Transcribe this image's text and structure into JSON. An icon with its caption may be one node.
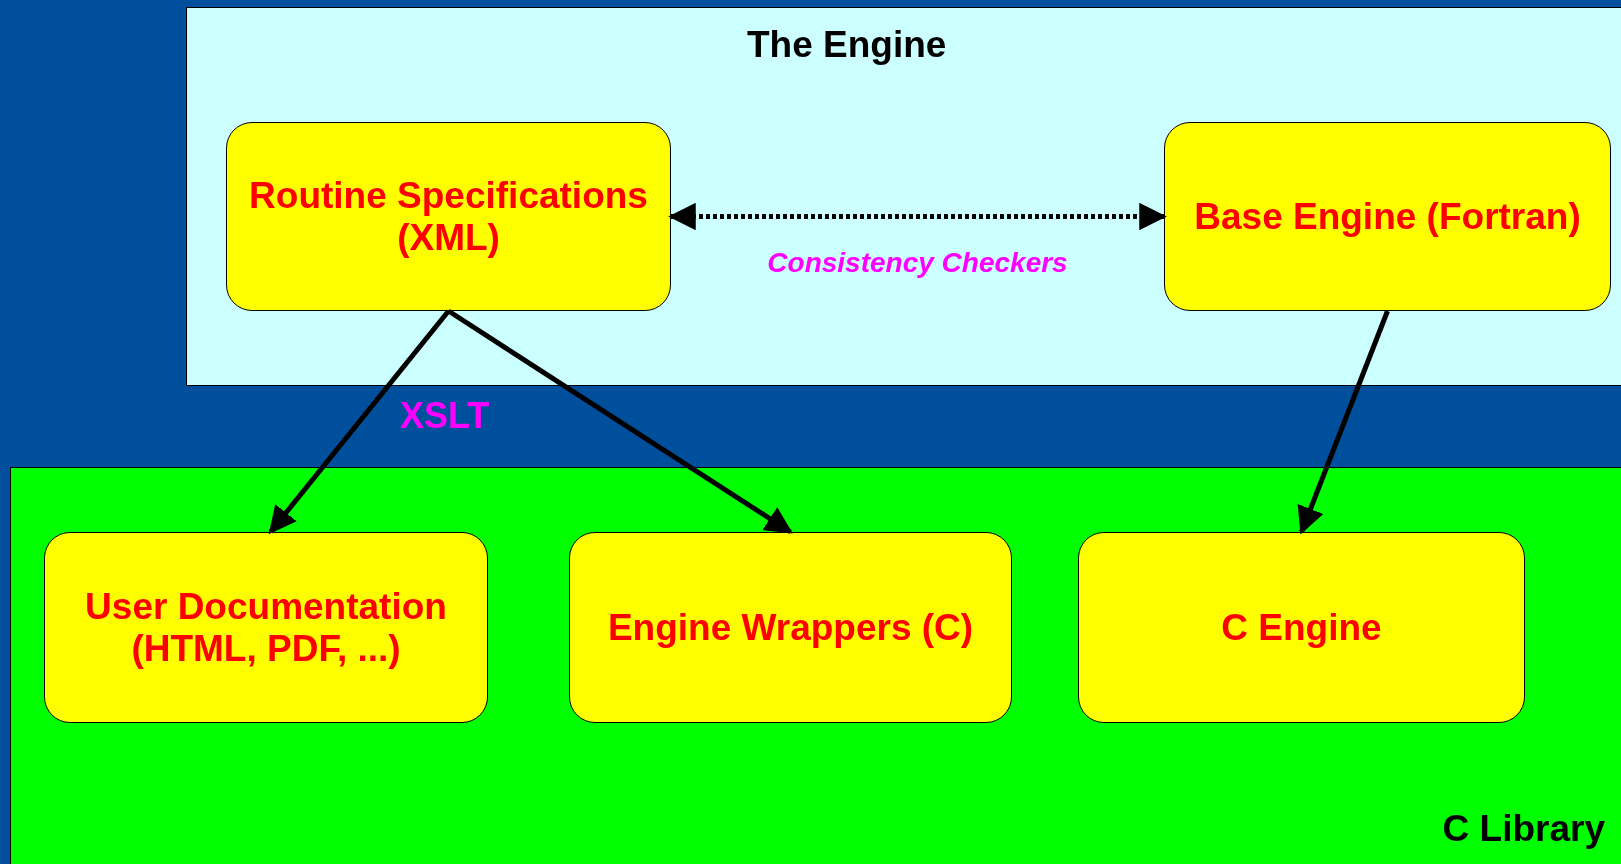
{
  "diagram": {
    "nodes": [
      {
        "text": [
          "The Engine"
        ]
      },
      {
        "text": [
          "Routine Specifications (XML)"
        ],
        "in": 0
      },
      {
        "text": [
          "Base Engine (Fortran)"
        ],
        "in": 0
      },
      {
        "text": [
          "C Library"
        ]
      },
      {
        "text": [
          "User Documentation (HTML, PDF, ...)"
        ],
        "in": 3
      },
      {
        "text": [
          "Engine Wrappers (C)"
        ],
        "in": 3
      },
      {
        "text": [
          "C Engine"
        ],
        "in": 3
      }
    ],
    "edges": [
      {
        "from": 1,
        "to": 2,
        "arrow": "both",
        "label": "Consistency Checkers",
        "style": "dashed"
      },
      {
        "from": 1,
        "to": 4,
        "arrow": "to"
      },
      {
        "from": 1,
        "to": 5,
        "arrow": "to"
      },
      {
        "from": 2,
        "to": 6,
        "arrow": "to"
      }
    ],
    "labels": [
      "XSLT"
    ]
  }
}
